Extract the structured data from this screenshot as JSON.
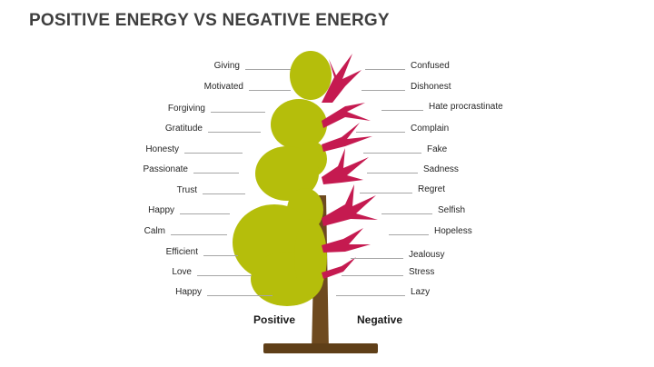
{
  "title": "POSITIVE ENERGY VS NEGATIVE ENERGY",
  "positive": {
    "heading": "Positive",
    "items": [
      "Giving",
      "Motivated",
      "Forgiving",
      "Gratitude",
      "Honesty",
      "Passionate",
      "Trust",
      "Happy",
      "Calm",
      "Efficient",
      "Love",
      "Happy"
    ]
  },
  "negative": {
    "heading": "Negative",
    "items": [
      "Confused",
      "Dishonest",
      "Hate procrastinate",
      "Complain",
      "Fake",
      "Sadness",
      "Regret",
      "Selfish",
      "Hopeless",
      "Jealousy",
      "Stress",
      "Lazy"
    ]
  },
  "colors": {
    "positive_foliage": "#b5be0b",
    "negative_branches": "#c51a50",
    "trunk": "#6e4a1f",
    "base": "#5f3f18"
  }
}
